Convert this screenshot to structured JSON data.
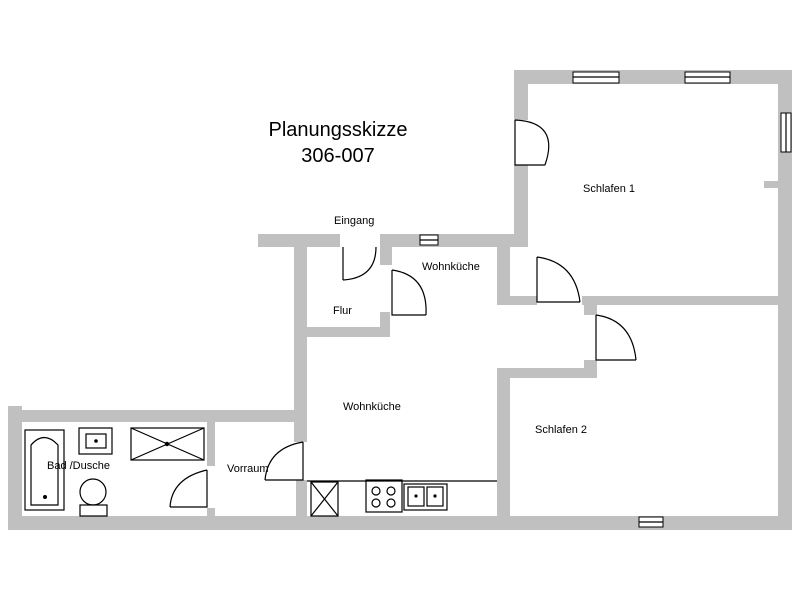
{
  "title": {
    "line1": "Planungsskizze",
    "line2": "306-007"
  },
  "rooms": {
    "eingang": "Eingang",
    "flur": "Flur",
    "wohnkueche_upper": "Wohnküche",
    "wohnkueche_main": "Wohnküche",
    "schlafen1": "Schlafen 1",
    "schlafen2": "Schlafen 2",
    "bad": "Bad /Dusche",
    "vorraum": "Vorraum"
  },
  "colors": {
    "wall": "#c0c0c0",
    "line": "#000000",
    "background": "#ffffff"
  }
}
